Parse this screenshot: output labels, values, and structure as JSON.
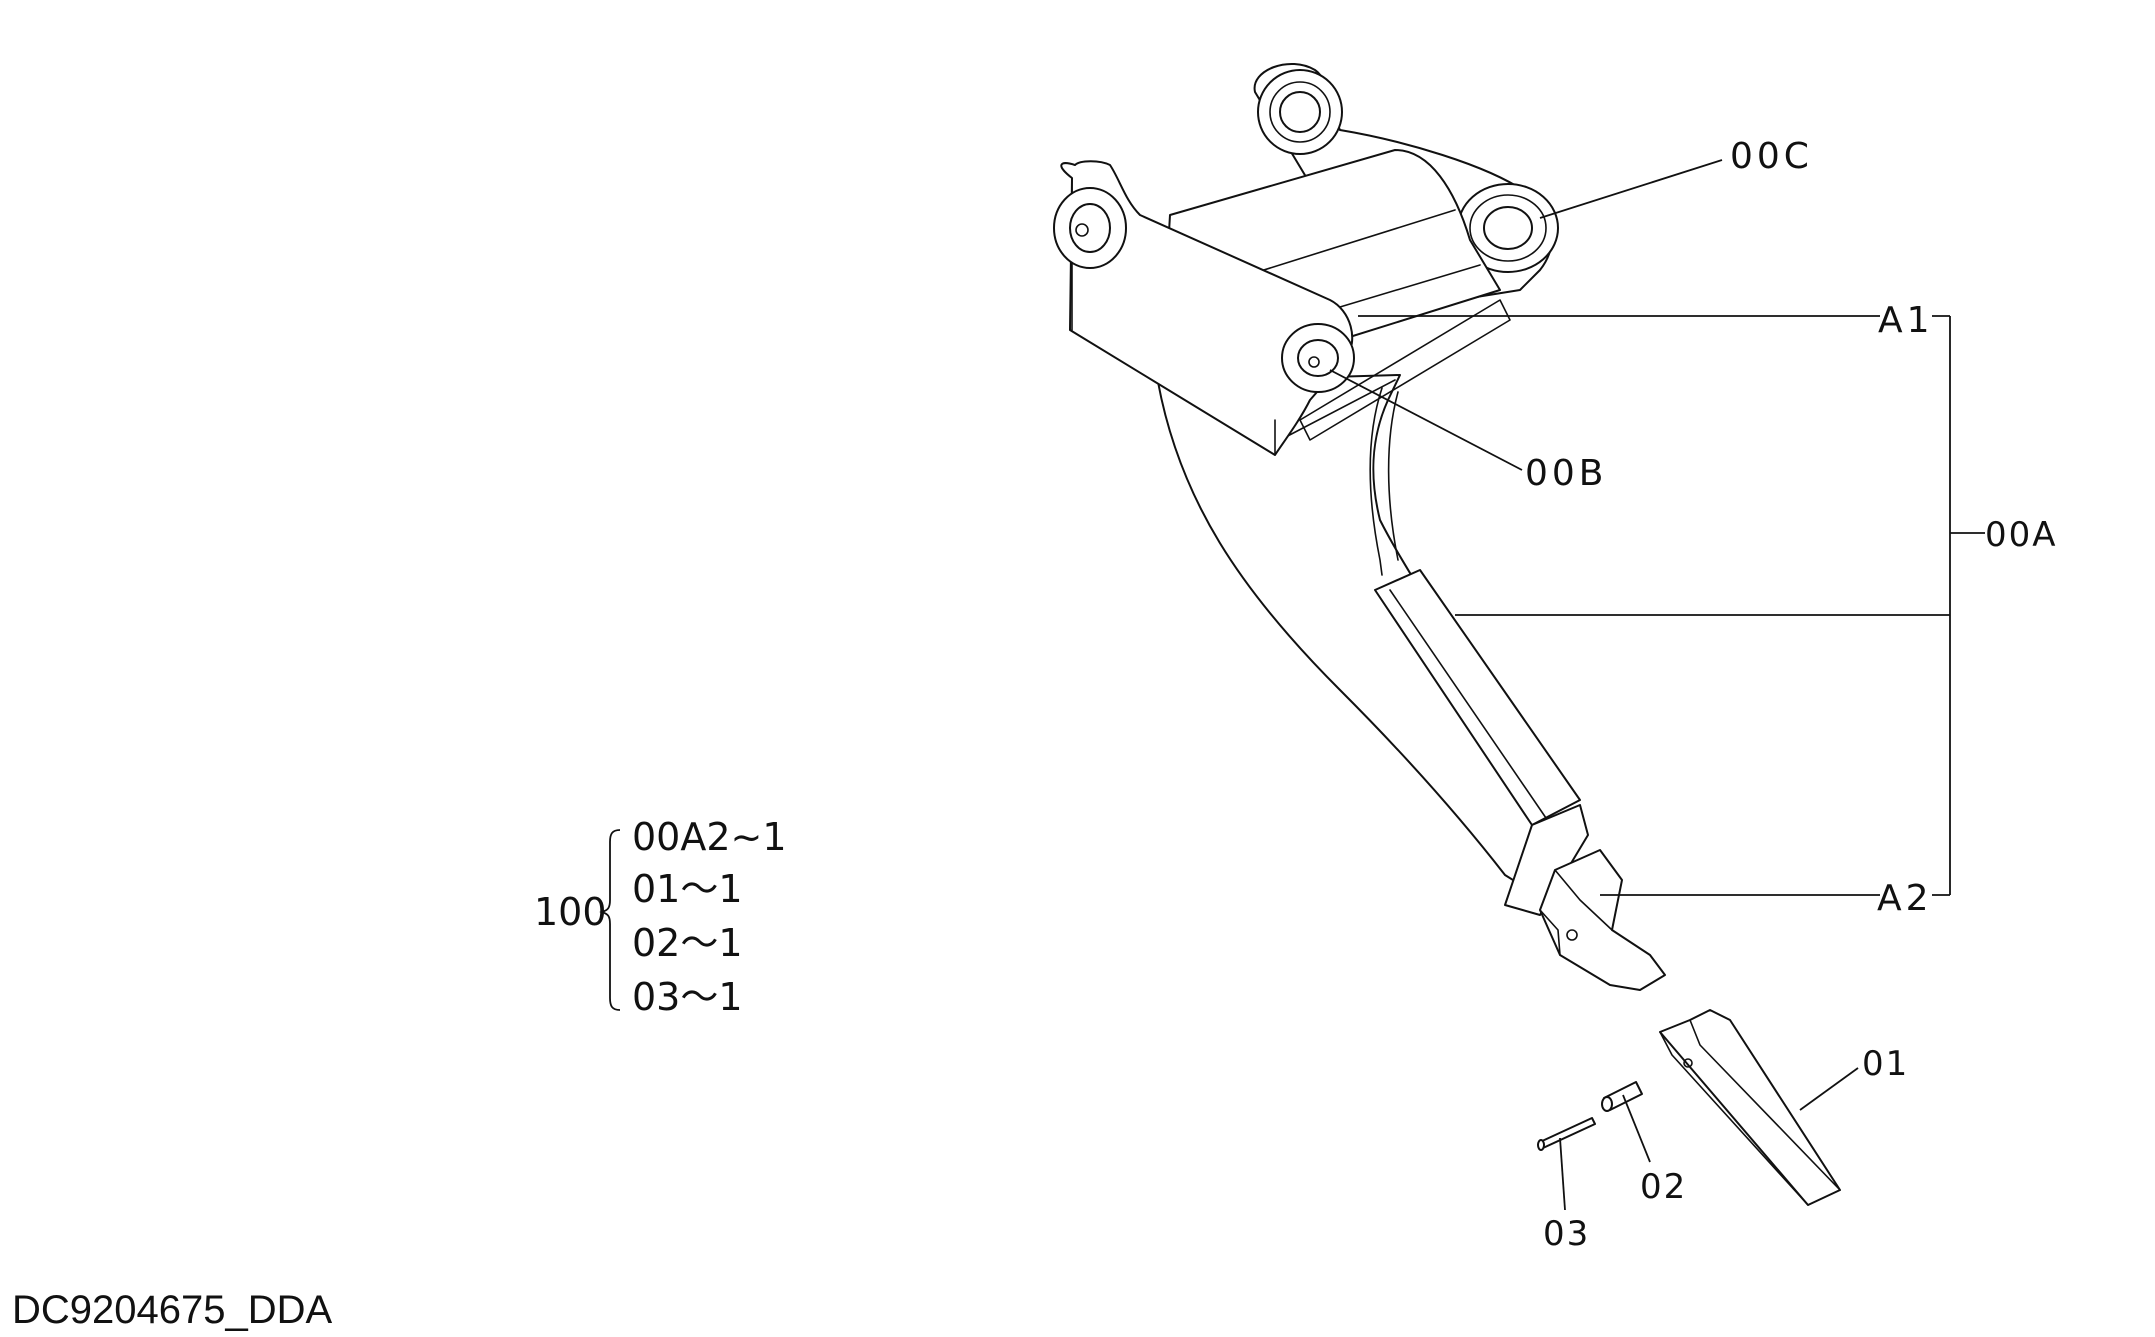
{
  "drawing_id": "DC9204675_DDA",
  "callouts": {
    "c00C": "00C",
    "c00B": "00B",
    "c00A": "00A",
    "cA1": "A1",
    "cA2": "A2",
    "c01": "01",
    "c02": "02",
    "c03": "03"
  },
  "parts_set": {
    "number": "100",
    "items": [
      "00A2~1",
      "01～1",
      "02～1",
      "03～1"
    ]
  }
}
